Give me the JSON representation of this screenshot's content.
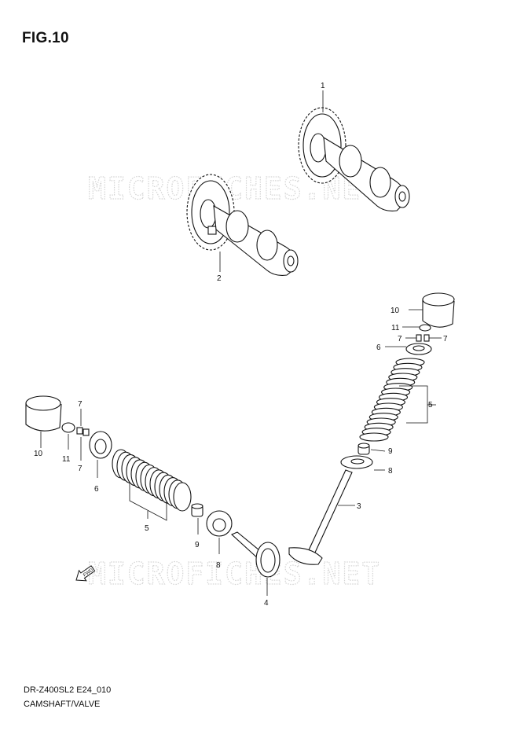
{
  "figure": {
    "title": "FIG.10"
  },
  "footer": {
    "model_code": "DR-Z400SL2 E24_010",
    "section_name": "CAMSHAFT/VALVE"
  },
  "watermark": {
    "text": "MICROFICHES.NET"
  },
  "fwd_marker": {
    "text": "FWD"
  },
  "callouts": {
    "c1": "1",
    "c2": "2",
    "c3": "3",
    "c4": "4",
    "c5_right": "5",
    "c5_left": "5",
    "c6_right": "6",
    "c6_left": "6",
    "c7_right_a": "7",
    "c7_right_b": "7",
    "c7_left_a": "7",
    "c7_left_b": "7",
    "c8_right": "8",
    "c8_left": "8",
    "c9_right": "9",
    "c9_left": "9",
    "c10_right": "10",
    "c10_left": "10",
    "c11_right": "11",
    "c11_left": "11"
  }
}
